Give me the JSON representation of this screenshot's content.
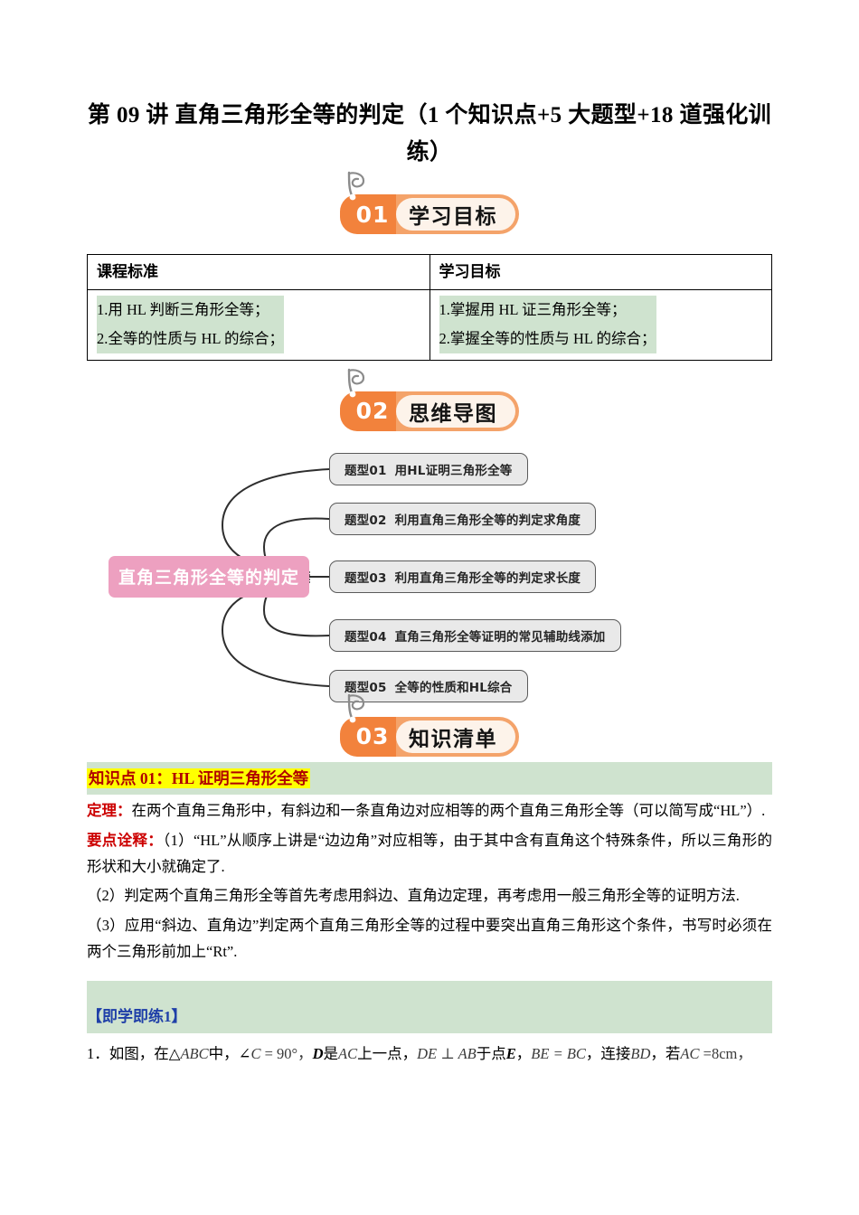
{
  "document": {
    "title": "第 09 讲 直角三角形全等的判定（1 个知识点+5 大题型+18 道强化训练）"
  },
  "sections": [
    {
      "number": "01",
      "label": "学习目标"
    },
    {
      "number": "02",
      "label": "思维导图"
    },
    {
      "number": "03",
      "label": "知识清单"
    }
  ],
  "objectives_table": {
    "headers": [
      "课程标准",
      "学习目标"
    ],
    "rows": [
      {
        "standard": [
          "1.用 HL 判断三角形全等；",
          "2.全等的性质与 HL  的综合；"
        ],
        "goal": [
          "1.掌握用 HL 证三角形全等；",
          "2.掌握全等的性质与 HL 的综合；"
        ]
      }
    ]
  },
  "mindmap": {
    "center": "直角三角形全等的判定",
    "center_color": "#eda0c0",
    "branches": [
      {
        "index": "题型01",
        "text": "用HL证明三角形全等"
      },
      {
        "index": "题型02",
        "text": "利用直角三角形全等的判定求角度"
      },
      {
        "index": "题型03",
        "text": "利用直角三角形全等的判定求长度"
      },
      {
        "index": "题型04",
        "text": "直角三角形全等证明的常见辅助线添加"
      },
      {
        "index": "题型05",
        "text": "全等的性质和HL综合"
      }
    ]
  },
  "knowledge": {
    "heading": "知识点 01：HL 证明三角形全等",
    "heading_highlight_color": "#ffff00",
    "heading_text_color": "#b00000",
    "theorem_label": "定理：",
    "theorem_text": "在两个直角三角形中，有斜边和一条直角边对应相等的两个直角三角形全等（可以简写成“HL”）.",
    "notes_label": "要点诠释：",
    "notes": [
      "（1）“HL”从顺序上讲是“边边角”对应相等，由于其中含有直角这个特殊条件，所以三角形的形状和大小就确定了.",
      "（2）判定两个直角三角形全等首先考虑用斜边、直角边定理，再考虑用一般三角形全等的证明方法.",
      "（3）应用“斜边、直角边”判定两个直角三角形全等的过程中要突出直角三角形这个条件，书写时必须在两个三角形前加上“Rt”."
    ]
  },
  "practice": {
    "label": "【即学即练1】",
    "question_number": "1．",
    "question_parts": {
      "p1": "如图，在△",
      "v1": "ABC",
      "p2": "中，∠",
      "v2": "C",
      "p3": " = 90°，",
      "v3": "D",
      "p4": "是",
      "v4": "AC",
      "p5": "上一点，",
      "v5": "DE ⊥ AB",
      "p6": "于点",
      "v6": "E",
      "p7": "，",
      "v7": "BE = BC",
      "p8": "，连接",
      "v8": "BD",
      "p9": "，若",
      "v9": "AC",
      "p10": " =8cm，"
    }
  }
}
